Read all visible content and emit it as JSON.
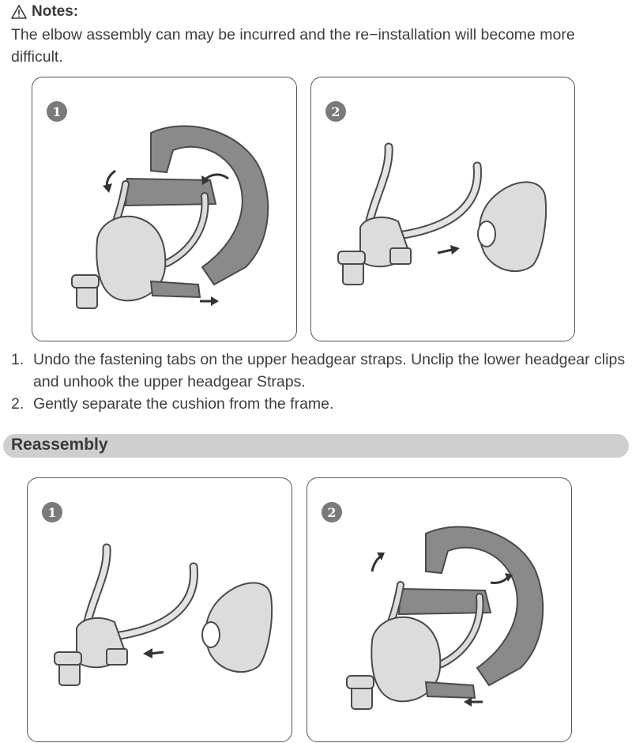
{
  "notes": {
    "title": "Notes:",
    "text": "The elbow assembly can may be incurred and the re−installation will become more difficult."
  },
  "disassembly": {
    "panels": [
      {
        "badge": "1"
      },
      {
        "badge": "2"
      }
    ],
    "steps": [
      {
        "num": "1.",
        "text": "Undo the fastening tabs on the upper headgear straps. Unclip the lower headgear clips and unhook the upper headgear Straps."
      },
      {
        "num": "2.",
        "text": "Gently separate the cushion from the frame."
      }
    ]
  },
  "reassembly": {
    "title": "Reassembly",
    "panels": [
      {
        "badge": "1"
      },
      {
        "badge": "2"
      }
    ]
  },
  "colors": {
    "strap_gray": "#8a8a8a",
    "frame_light": "#dcdcdc",
    "outline": "#4a4a4a",
    "badge": "#7a7a7a",
    "section_bar": "#cfcfcf"
  }
}
